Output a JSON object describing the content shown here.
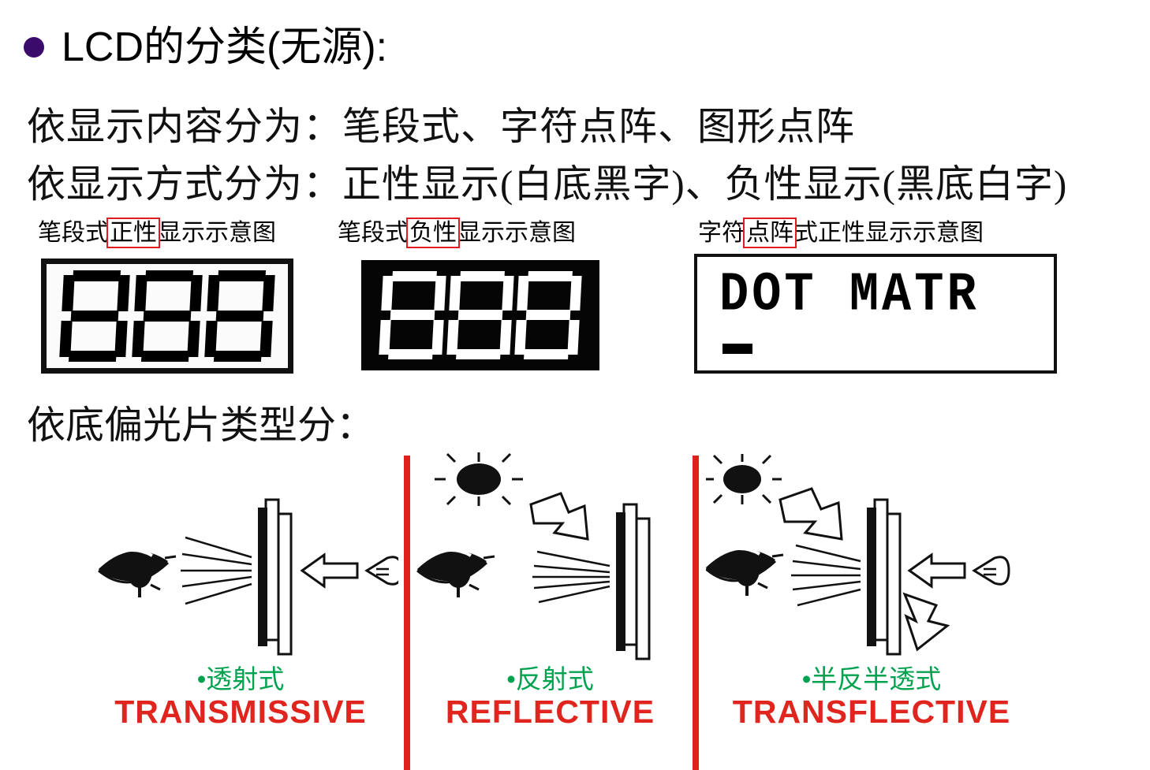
{
  "slide": {
    "heading": {
      "bullet_color": "#3B0B6B",
      "title": "LCD的分类(无源):"
    },
    "line_display_content": "依显示内容分为：笔段式、字符点阵、图形点阵",
    "line_display_mode": "依显示方式分为：正性显示(白底黑字)、负性显示(黑底白字)",
    "polarizer_heading": "依底偏光片类型分："
  },
  "examples": {
    "highlight_color": "#E01B22",
    "positive": {
      "caption_pre": "笔段式",
      "caption_box": "正性",
      "caption_post": "显示示意图",
      "digits": "888",
      "background": "#FFFFFF",
      "segment_color": "#000000"
    },
    "negative": {
      "caption_pre": "笔段式",
      "caption_box": "负性",
      "caption_post": "显示示意图",
      "digits": "888",
      "background": "#000000",
      "segment_color": "#FFFFFF"
    },
    "dotmatrix": {
      "caption_pre": "字符",
      "caption_box": "点阵",
      "caption_post": "式正性显示示意图",
      "screen_text": "DOT MATR",
      "cursor": "_",
      "background": "#FFFFFF",
      "text_color": "#000000"
    }
  },
  "panels": {
    "divider_color": "#E0201B",
    "cn_color": "#00A24F",
    "en_color": "#E0241E",
    "items": [
      {
        "id": "transmissive",
        "label_cn": "•透射式",
        "label_en": "TRANSMISSIVE"
      },
      {
        "id": "reflective",
        "label_cn": "•反射式",
        "label_en": "REFLECTIVE"
      },
      {
        "id": "transflective",
        "label_cn": "•半反半透式",
        "label_en": "TRANSFLECTIVE"
      }
    ]
  }
}
